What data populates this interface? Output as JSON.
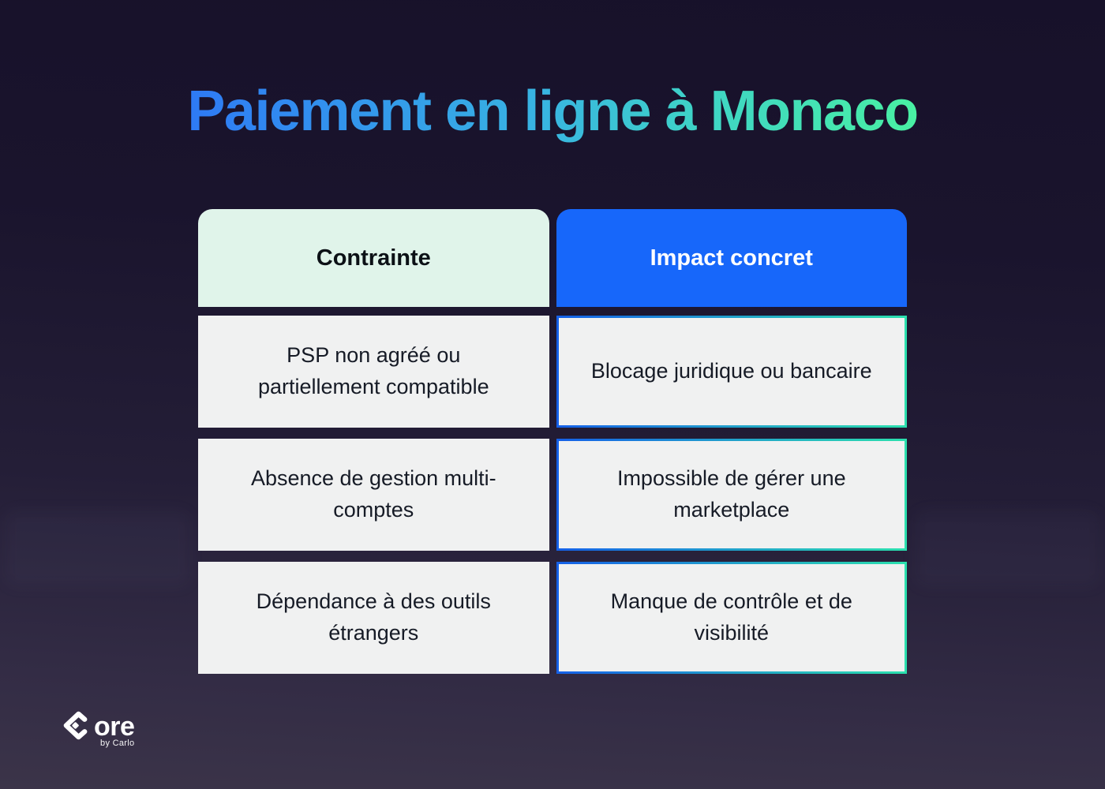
{
  "page": {
    "title": "Paiement en ligne à Monaco"
  },
  "table": {
    "headers": [
      {
        "label": "Contrainte"
      },
      {
        "label": "Impact concret"
      }
    ],
    "rows": [
      {
        "constraint": "PSP non agréé ou partiellement compatible",
        "impact": "Blocage juridique ou bancaire"
      },
      {
        "constraint": "Absence de gestion multi-comptes",
        "impact": "Impossible de gérer une marketplace"
      },
      {
        "constraint": "Dépendance à des outils étrangers",
        "impact": "Manque de contrôle et de visibilité"
      }
    ]
  },
  "chart_data": {
    "type": "table",
    "title": "Paiement en ligne à Monaco",
    "columns": [
      "Contrainte",
      "Impact concret"
    ],
    "rows": [
      [
        "PSP non agréé ou partiellement compatible",
        "Blocage juridique ou bancaire"
      ],
      [
        "Absence de gestion multi-comptes",
        "Impossible de gérer une marketplace"
      ],
      [
        "Dépendance à des outils étrangers",
        "Manque de contrôle et de visibilité"
      ]
    ]
  },
  "logo": {
    "name": "Core",
    "wordmark_suffix": "ore",
    "byline": "by Carlo"
  },
  "colors": {
    "background_top": "#17112a",
    "background_bottom": "#3b3449",
    "title_gradient_start": "#2e7af5",
    "title_gradient_mid": "#38b4e2",
    "title_gradient_end": "#49f0a3",
    "header_constraint_bg": "#e0f4ea",
    "header_constraint_text": "#0c1116",
    "header_impact_bg": "#1767fa",
    "header_impact_text": "#ffffff",
    "cell_bg": "#f0f1f1",
    "cell_text": "#161b26",
    "impact_border_start": "#1560e8",
    "impact_border_end": "#2be0ae"
  }
}
